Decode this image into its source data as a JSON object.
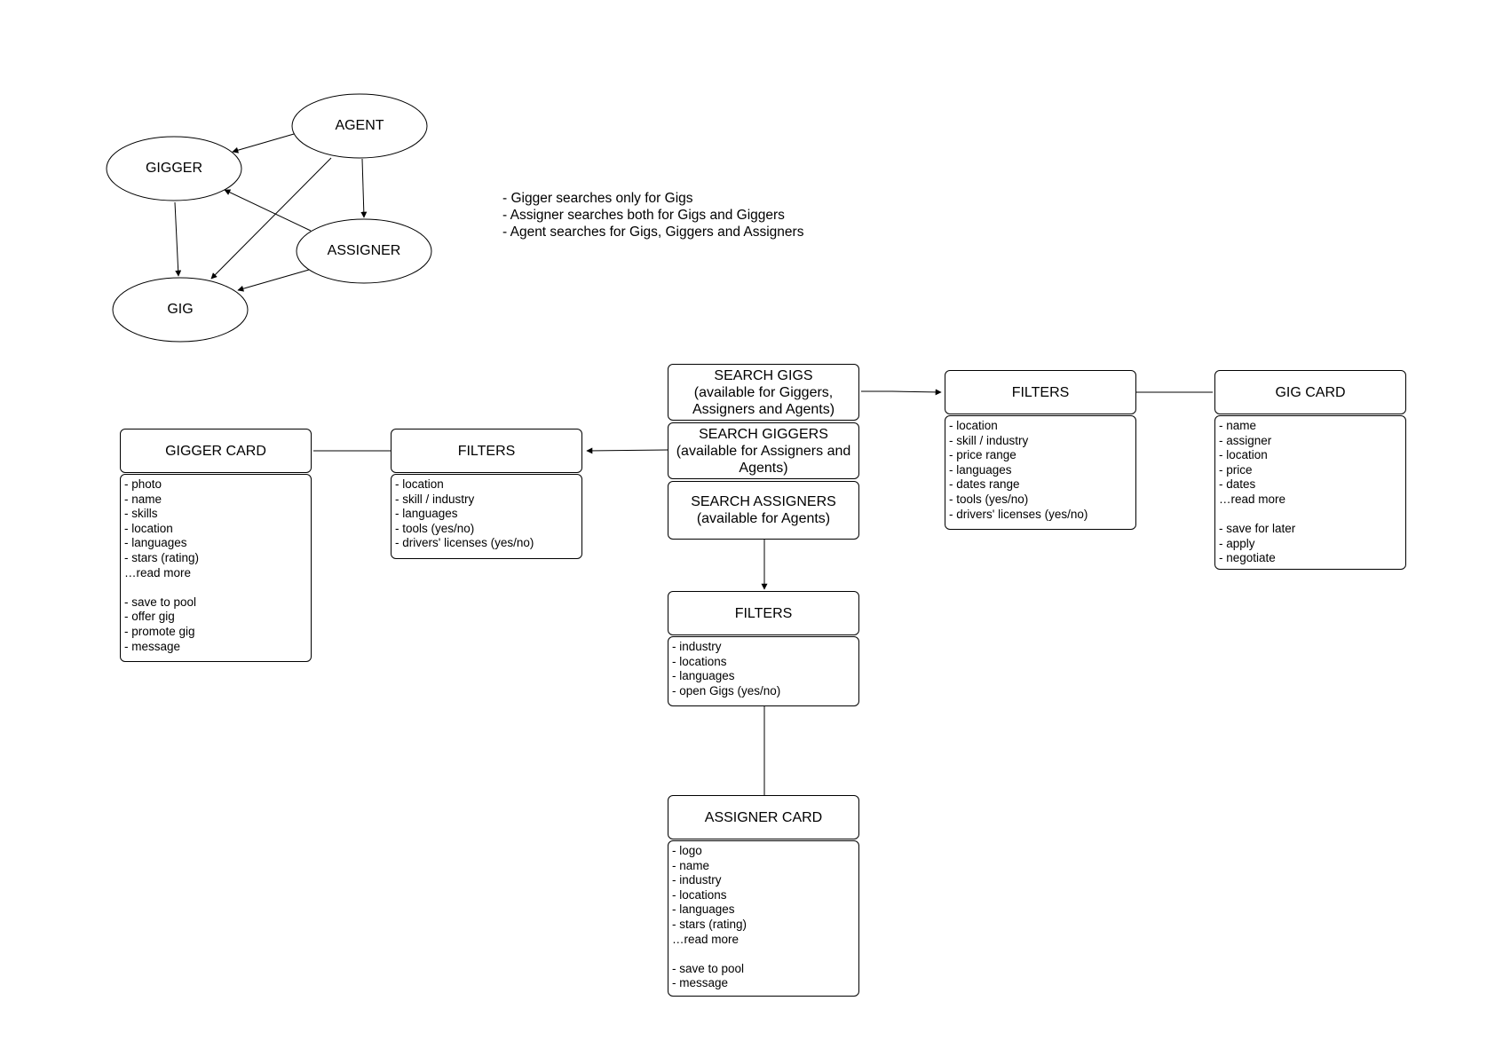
{
  "roles": {
    "agent": "AGENT",
    "gigger": "GIGGER",
    "assigner": "ASSIGNER",
    "gig": "GIG"
  },
  "notes": [
    "- Gigger searches only for Gigs",
    "- Assigner searches both for Gigs and Giggers",
    "- Agent searches for Gigs, Giggers and Assigners"
  ],
  "search": {
    "gigs": [
      "SEARCH GIGS",
      "(available for Giggers,",
      "Assigners and Agents)"
    ],
    "giggers": [
      "SEARCH GIGGERS",
      "(available for Assigners and",
      "Agents)"
    ],
    "assigners": [
      "SEARCH ASSIGNERS",
      "(available for Agents)"
    ]
  },
  "gig_filters": {
    "title": "FILTERS",
    "items": [
      "- location",
      "- skill / industry",
      "- price range",
      "- languages",
      "- dates range",
      "- tools (yes/no)",
      "- drivers' licenses (yes/no)"
    ]
  },
  "gig_card": {
    "title": "GIG CARD",
    "items": [
      "- name",
      "- assigner",
      "- location",
      "- price",
      "- dates",
      "…read more",
      "",
      "- save for later",
      "- apply",
      "- negotiate"
    ]
  },
  "gigger_filters": {
    "title": "FILTERS",
    "items": [
      "- location",
      "- skill / industry",
      "- languages",
      "- tools (yes/no)",
      "- drivers' licenses (yes/no)"
    ]
  },
  "gigger_card": {
    "title": "GIGGER CARD",
    "items": [
      "- photo",
      "- name",
      "- skills",
      "- location",
      "- languages",
      "- stars (rating)",
      "…read more",
      "",
      "- save to pool",
      "- offer gig",
      "- promote gig",
      "- message"
    ]
  },
  "assigner_filters": {
    "title": "FILTERS",
    "items": [
      "- industry",
      "- locations",
      "- languages",
      "- open Gigs (yes/no)"
    ]
  },
  "assigner_card": {
    "title": "ASSIGNER CARD",
    "items": [
      "- logo",
      "- name",
      "- industry",
      "- locations",
      "- languages",
      "- stars (rating)",
      "…read more",
      "",
      "- save to pool",
      "- message"
    ]
  }
}
